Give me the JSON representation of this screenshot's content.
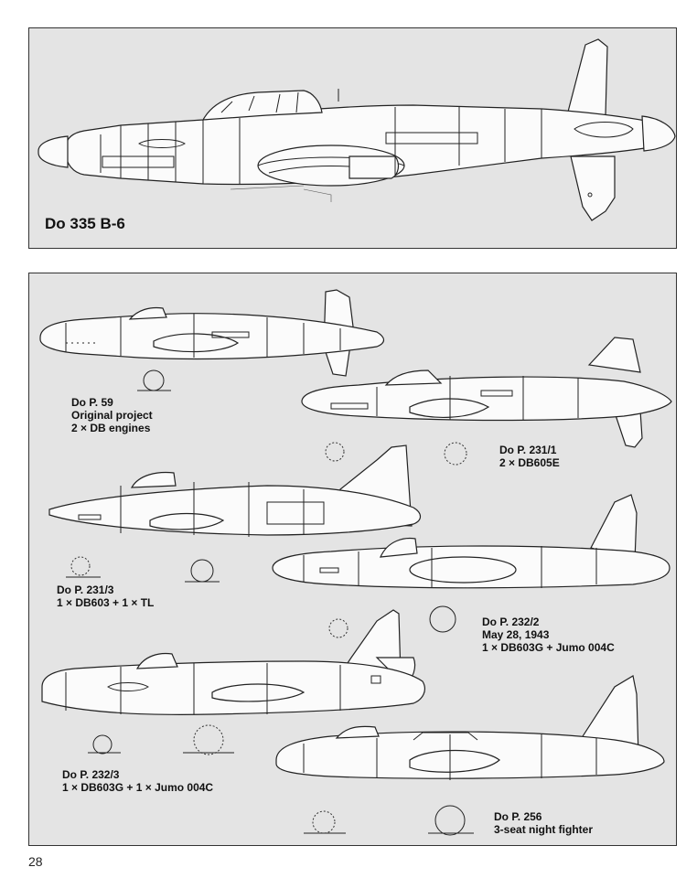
{
  "main_aircraft": {
    "label": "Do 335 B-6"
  },
  "projects": [
    {
      "lines": [
        "Do P. 59",
        "Original project",
        "2 × DB engines"
      ]
    },
    {
      "lines": [
        "Do P. 231/1",
        "2 × DB605E"
      ]
    },
    {
      "lines": [
        "Do P. 231/3",
        "1 × DB603 + 1 × TL"
      ]
    },
    {
      "lines": [
        "Do P. 232/2",
        "May 28, 1943",
        "1 × DB603G + Jumo 004C"
      ]
    },
    {
      "lines": [
        "Do P. 232/3",
        "1 × DB603G + 1 × Jumo 004C"
      ]
    },
    {
      "lines": [
        "Do P. 256",
        "3-seat night fighter"
      ]
    }
  ],
  "page": {
    "number": "28"
  },
  "colors": {
    "panel": "#e4e4e4",
    "ink": "#222222",
    "paper": "#ffffff"
  }
}
